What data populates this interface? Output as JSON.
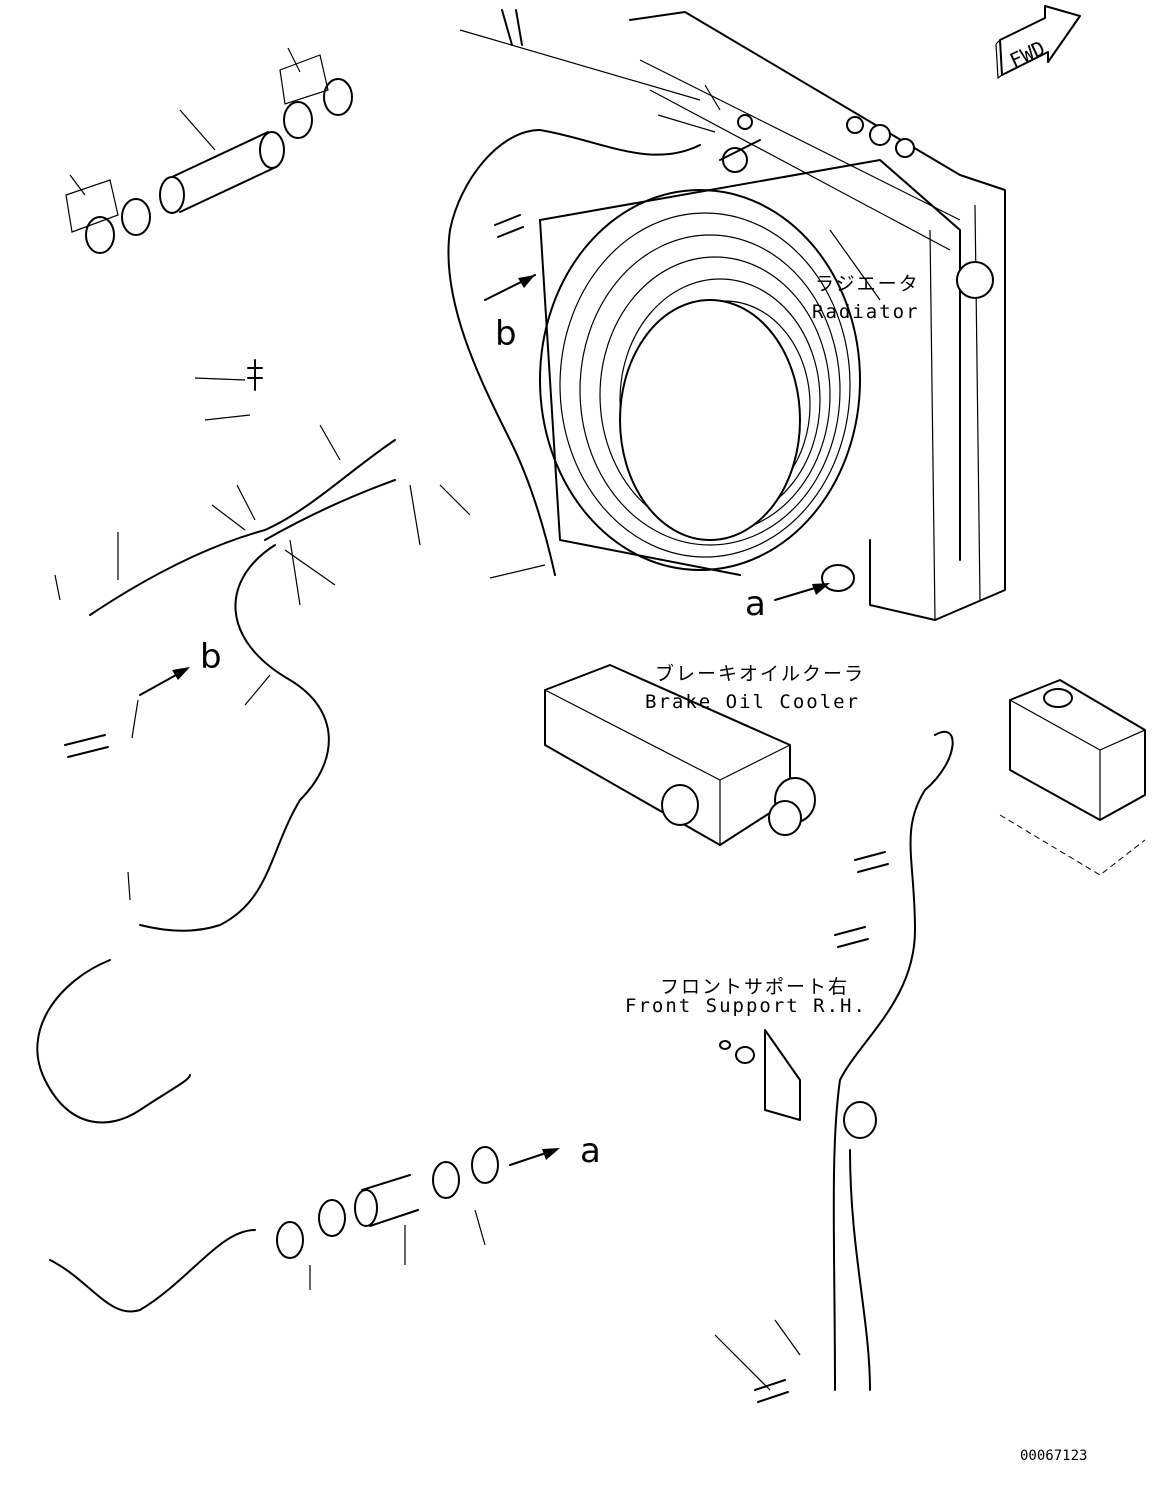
{
  "labels": {
    "fwd": "FWD",
    "radiator_jp": "ラジエータ",
    "radiator_en": "Radiator",
    "brake_cooler_jp": "ブレーキオイルクーラ",
    "brake_cooler_en": "Brake Oil Cooler",
    "front_support_jp": "フロントサポート右",
    "front_support_en": "Front Support R.H.",
    "ref_a": "a",
    "ref_b": "b",
    "drawing_number": "00067123"
  }
}
